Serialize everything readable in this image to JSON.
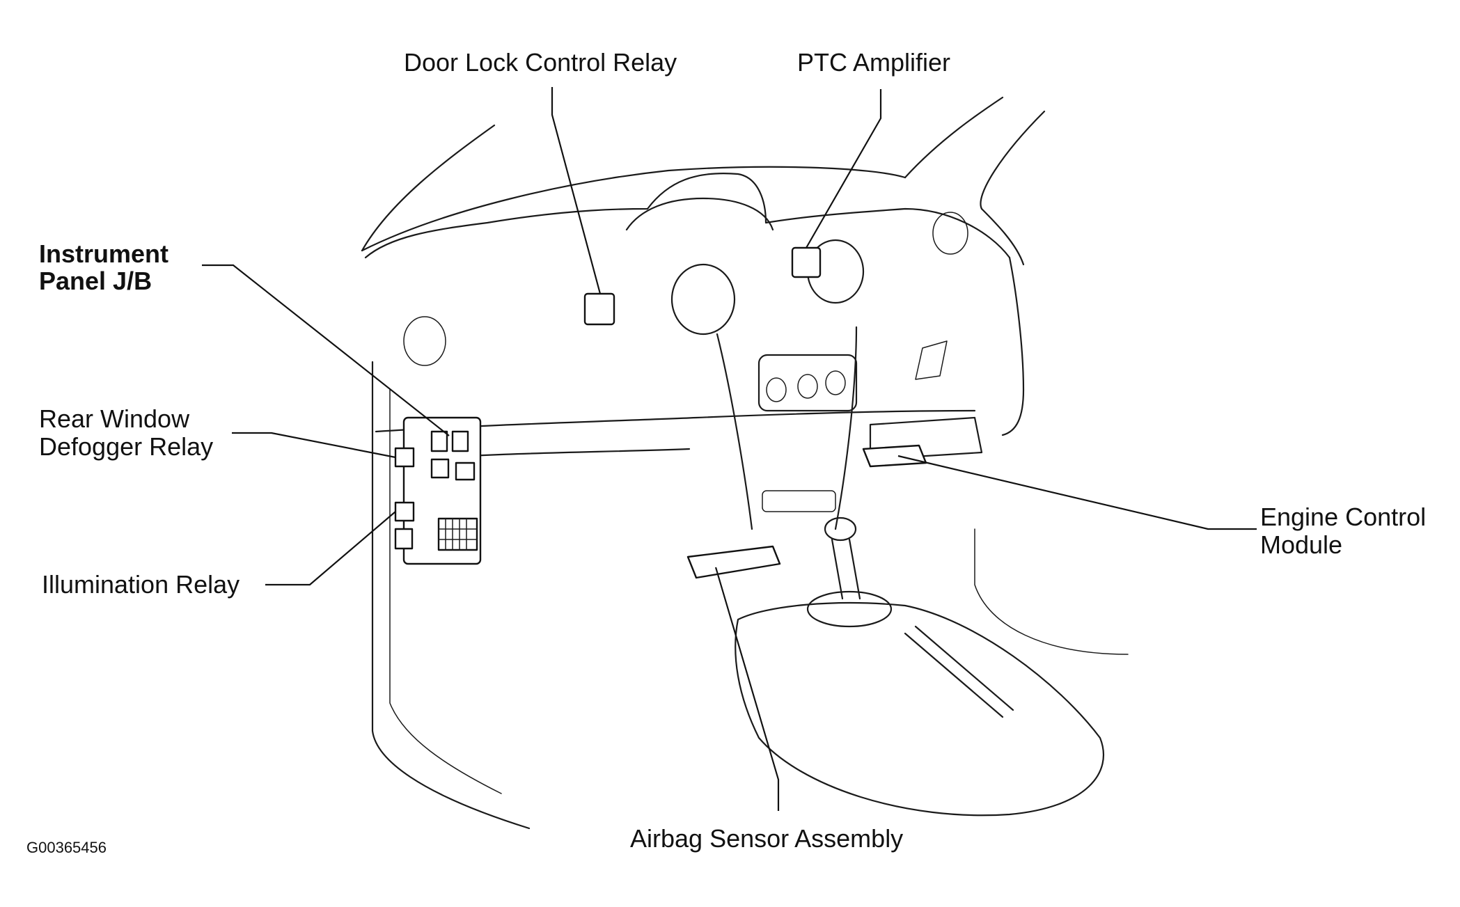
{
  "labels": {
    "door_lock_control_relay": "Door Lock Control Relay",
    "ptc_amplifier": "PTC Amplifier",
    "instrument_panel_jb_line1": "Instrument",
    "instrument_panel_jb_line2": "Panel J/B",
    "rear_window_defogger_relay_line1": "Rear Window",
    "rear_window_defogger_relay_line2": "Defogger Relay",
    "illumination_relay": "Illumination Relay",
    "engine_control_module_line1": "Engine Control",
    "engine_control_module_line2": "Module",
    "airbag_sensor_assembly": "Airbag Sensor Assembly",
    "figure_id": "G00365456"
  }
}
